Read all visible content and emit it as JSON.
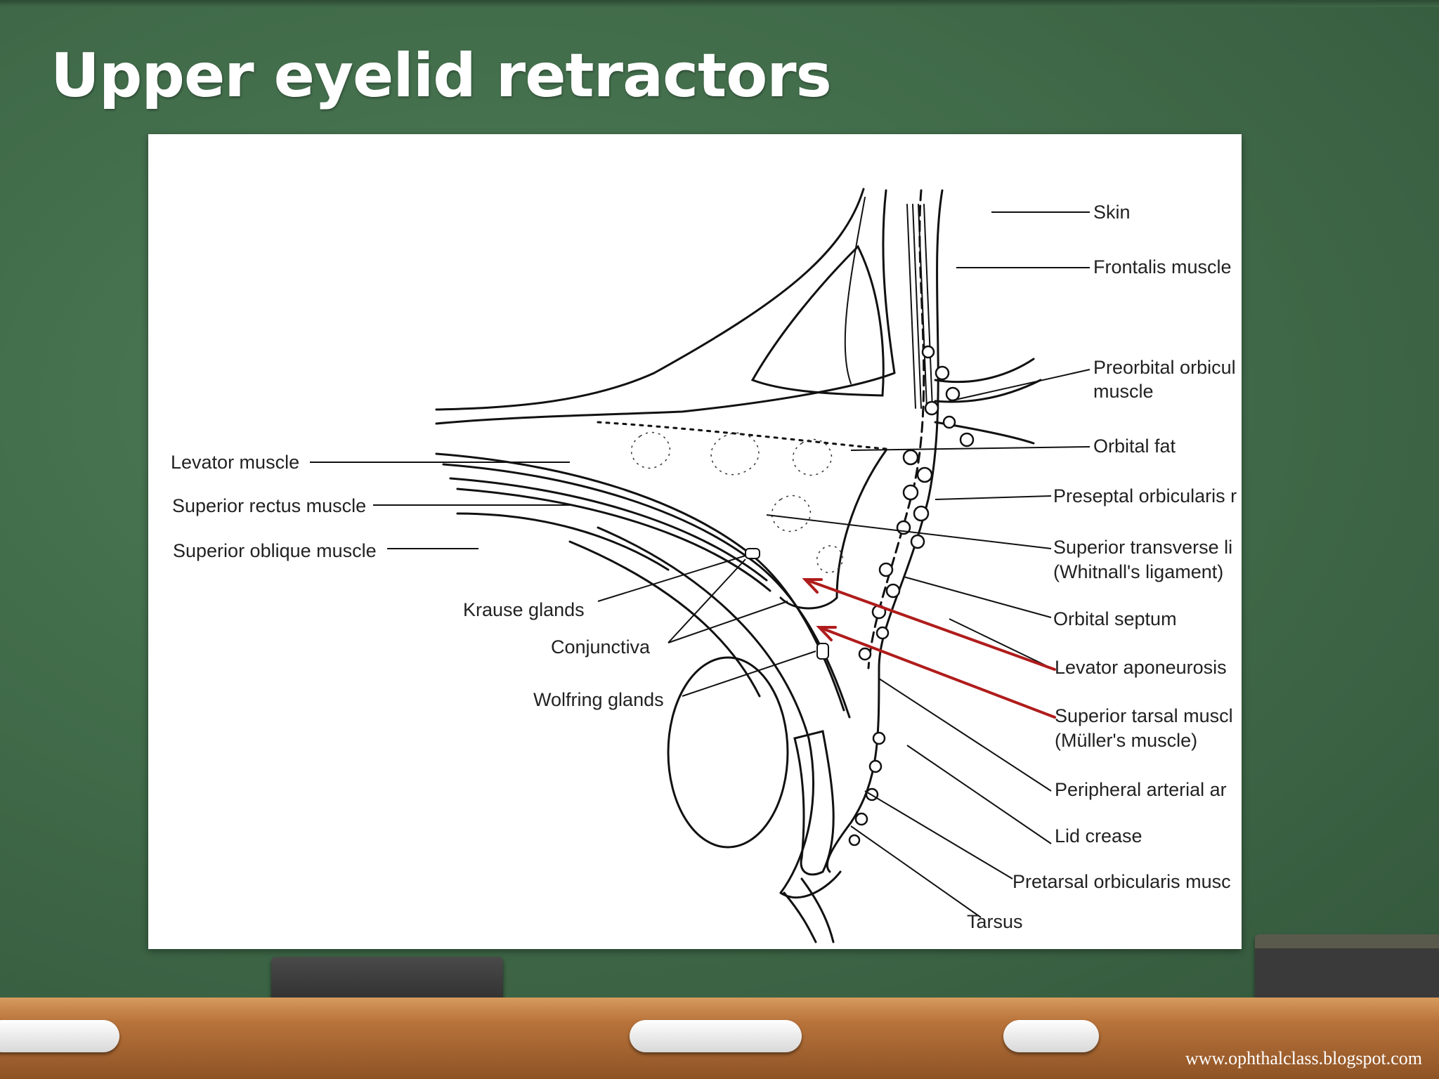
{
  "slide": {
    "title": "Upper eyelid retractors",
    "credit": "www.ophthalclass.blogspot.com"
  },
  "labels": {
    "skin": "Skin",
    "frontalis": "Frontalis muscle",
    "preorbital_1": "Preorbital orbicul",
    "preorbital_2": "muscle",
    "orbital_fat": "Orbital fat",
    "preseptal": "Preseptal orbicularis r",
    "whitnall_1": "Superior transverse li",
    "whitnall_2": "(Whitnall's ligament)",
    "orbital_septum": "Orbital septum",
    "levator_aponeurosis": "Levator aponeurosis",
    "muller_1": "Superior tarsal muscl",
    "muller_2": "(Müller's muscle)",
    "peripheral_arterial": "Peripheral arterial ar",
    "lid_crease": "Lid crease",
    "pretarsal": "Pretarsal orbicularis musc",
    "tarsus": "Tarsus",
    "levator_muscle": "Levator muscle",
    "superior_rectus": "Superior rectus muscle",
    "superior_oblique": "Superior oblique muscle",
    "krause": "Krause glands",
    "conjunctiva": "Conjunctiva",
    "wolfring": "Wolfring glands"
  },
  "colors": {
    "board": "#426d4b",
    "arrow": "#b01c1c",
    "ledge": "#b8733b"
  }
}
